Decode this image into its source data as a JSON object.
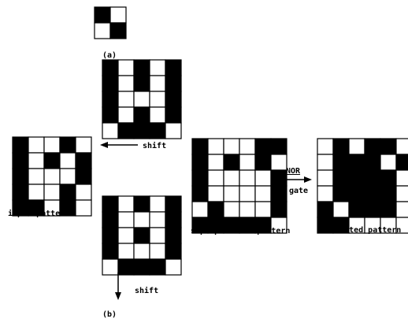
{
  "labels": {
    "a": "(a)",
    "b": "(b)",
    "shift_top": "shift",
    "shift_bottom": "shift",
    "input": "input pattern",
    "superposition": "superposition pattern",
    "nor_top": "NOR",
    "nor_bottom": "gate",
    "inverted": "inverted pattern"
  },
  "colors": {
    "dark": "#000000",
    "light": "#ffffff"
  },
  "patterns": {
    "checker": [
      [
        1,
        0
      ],
      [
        0,
        1
      ]
    ],
    "input": [
      [
        1,
        0,
        0,
        1,
        0
      ],
      [
        1,
        0,
        1,
        0,
        1
      ],
      [
        1,
        0,
        0,
        0,
        1
      ],
      [
        1,
        0,
        0,
        1,
        0
      ],
      [
        1,
        1,
        0,
        1,
        0
      ]
    ],
    "shift_left": [
      [
        1,
        0,
        1,
        0,
        1
      ],
      [
        1,
        0,
        1,
        0,
        1
      ],
      [
        1,
        0,
        0,
        0,
        1
      ],
      [
        1,
        0,
        1,
        0,
        1
      ],
      [
        0,
        1,
        1,
        1,
        0
      ]
    ],
    "shift_down": [
      [
        1,
        0,
        1,
        0,
        1
      ],
      [
        1,
        0,
        0,
        0,
        1
      ],
      [
        1,
        0,
        1,
        0,
        1
      ],
      [
        1,
        0,
        0,
        0,
        1
      ],
      [
        0,
        1,
        1,
        1,
        0
      ]
    ],
    "superposition": [
      [
        1,
        0,
        0,
        0,
        1,
        1
      ],
      [
        1,
        0,
        1,
        0,
        1,
        0
      ],
      [
        1,
        0,
        0,
        0,
        0,
        1
      ],
      [
        1,
        0,
        0,
        0,
        0,
        1
      ],
      [
        0,
        1,
        0,
        0,
        0,
        1
      ],
      [
        1,
        1,
        1,
        1,
        1,
        0
      ]
    ],
    "inverted": [
      [
        0,
        1,
        0,
        1,
        1,
        0
      ],
      [
        0,
        1,
        1,
        1,
        0,
        1
      ],
      [
        0,
        1,
        1,
        1,
        1,
        0
      ],
      [
        0,
        1,
        1,
        1,
        1,
        0
      ],
      [
        1,
        0,
        1,
        1,
        1,
        0
      ],
      [
        1,
        1,
        0,
        0,
        0,
        0
      ]
    ]
  }
}
